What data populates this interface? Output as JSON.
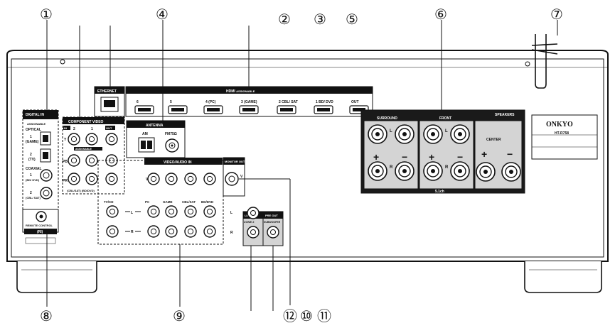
{
  "callouts": {
    "c1": "①",
    "c2": "②",
    "c3": "③",
    "c4": "④",
    "c5": "⑤",
    "c6": "⑥",
    "c7": "⑦",
    "c8": "⑧",
    "c9": "⑨",
    "c10": "⑩",
    "c11": "⑪",
    "c12": "⑫"
  },
  "digital_in": {
    "title": "DIGITAL IN",
    "subtitle": "ASSIGNABLE",
    "optical_label": "OPTICAL",
    "optical_1": "1",
    "optical_1_name": "(GAME)",
    "optical_2": "2",
    "optical_2_name": "(TV)",
    "coaxial_label": "COAXIAL",
    "coaxial_1": "1",
    "coaxial_1_name": "(BD/ DVD)",
    "coaxial_2": "2",
    "coaxial_2_name": "(CBL/ SAT)"
  },
  "ethernet": {
    "title": "ETHERNET"
  },
  "hdmi": {
    "title": "HDMI",
    "subtitle": "ASSIGNABLE",
    "ports": [
      "6",
      "5",
      "4 (PC)",
      "3 (GAME)",
      "2 CBL/ SAT",
      "1 BD/ DVD",
      "OUT"
    ]
  },
  "component_video": {
    "title": "COMPONENT VIDEO",
    "in_label": "IN",
    "out_label": "OUT",
    "in2": "2",
    "in1": "1",
    "assignable": "ASSIGNABLE",
    "y": "Y",
    "pb": "PB",
    "pr": "PR",
    "footer": "(CBL/SAT)   (BD/DVD)"
  },
  "antenna": {
    "title": "ANTENNA",
    "am": "AM",
    "fm": "FM75Ω"
  },
  "video_audio_in": {
    "title": "VIDEO/AUDIO IN",
    "inputs": [
      "TV/CD",
      "PC",
      "GAME",
      "CBL/SAT",
      "BD/DVD"
    ],
    "l": "L",
    "r": "R",
    "v": "V"
  },
  "monitor_out": {
    "title": "MONITOR OUT",
    "v": "V"
  },
  "line_out": {
    "title": "LINE OUT",
    "sub": "ZONE 2",
    "l": "L",
    "r": "R"
  },
  "pre_out": {
    "title": "PRE OUT",
    "sub": "SUBWOOFER"
  },
  "speakers": {
    "title": "SPEAKERS",
    "surround": "SURROUND",
    "front": "FRONT",
    "center": "CENTER",
    "l": "L",
    "r": "R",
    "plus": "+",
    "minus": "−",
    "footer": "5.1ch"
  },
  "remote": {
    "title": "REMOTE CONTROL",
    "sub": "(RI)"
  },
  "brand": {
    "logo": "ONKYO",
    "model": "HT-R758"
  },
  "colors": {
    "ink": "#111111",
    "panel": "#ffffff",
    "shade": "#d4d4d4",
    "dark": "#1a1a1a"
  }
}
